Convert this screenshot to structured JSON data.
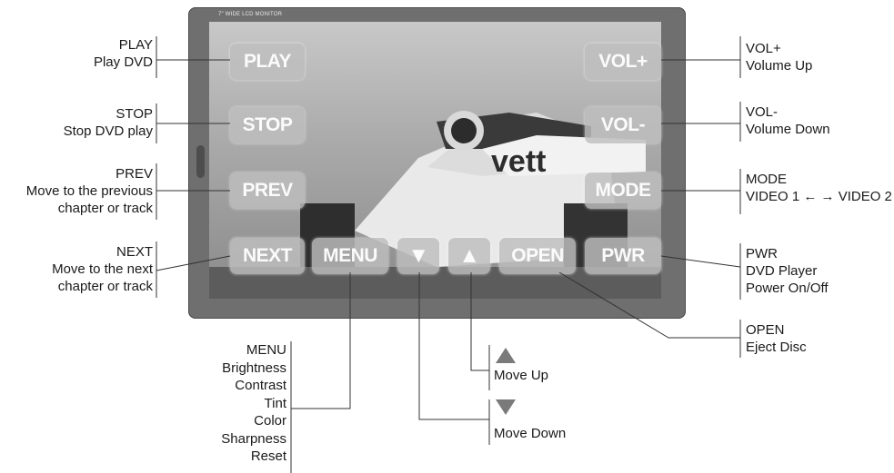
{
  "monitor": {
    "model_text": "7\" WIDE LCD MONITOR"
  },
  "buttons": {
    "play": "PLAY",
    "stop": "STOP",
    "prev": "PREV",
    "next": "NEXT",
    "menu": "MENU",
    "down": "▼",
    "up": "▲",
    "open": "OPEN",
    "pwr": "PWR",
    "mode": "MODE",
    "vol_up": "VOL+",
    "vol_down": "VOL-"
  },
  "labels": {
    "play": {
      "title": "PLAY",
      "desc": [
        "Play DVD"
      ]
    },
    "stop": {
      "title": "STOP",
      "desc": [
        "Stop DVD play"
      ]
    },
    "prev": {
      "title": "PREV",
      "desc": [
        "Move to the previous",
        "chapter or track"
      ]
    },
    "next": {
      "title": "NEXT",
      "desc": [
        "Move to the next",
        "chapter or track"
      ]
    },
    "vol_up": {
      "title": "VOL+",
      "desc": [
        "Volume Up"
      ]
    },
    "vol_down": {
      "title": "VOL-",
      "desc": [
        "Volume Down"
      ]
    },
    "mode": {
      "title": "MODE",
      "desc": [
        "VIDEO 1 ← → VIDEO 2"
      ]
    },
    "pwr": {
      "title": "PWR",
      "desc": [
        "DVD Player",
        "Power On/Off"
      ]
    },
    "open": {
      "title": "OPEN",
      "desc": [
        "Eject Disc"
      ]
    },
    "menu": {
      "title": "MENU",
      "desc": [
        "Brightness",
        "Contrast",
        "Tint",
        "Color",
        "Sharpness",
        "Reset"
      ]
    },
    "move_up": "Move Up",
    "move_down": "Move Down"
  },
  "colors": {
    "button_fill": "#bebebe",
    "bezel": "#6f6f6f",
    "arrow": "#7a7a7a"
  }
}
